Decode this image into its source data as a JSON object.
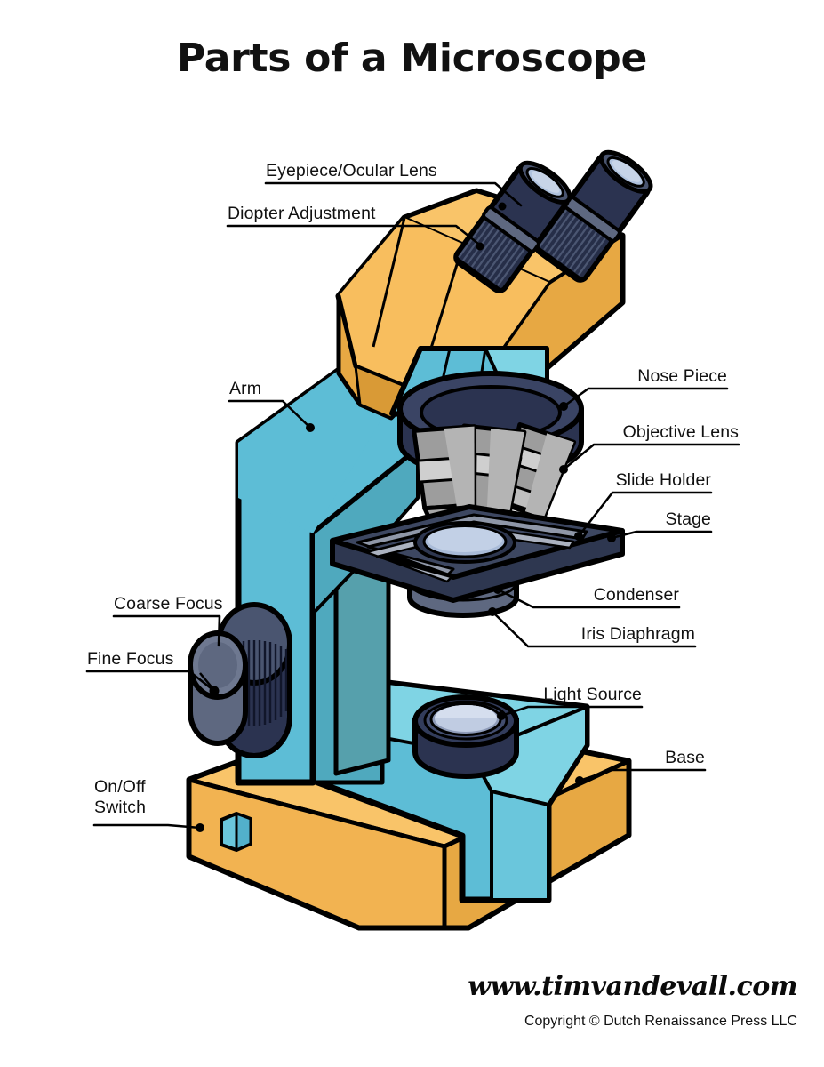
{
  "page": {
    "title": "Parts of a Microscope",
    "background": "#ffffff"
  },
  "footer": {
    "url": "www.timvandevall.com",
    "copyright": "Copyright © Dutch Renaissance Press LLC"
  },
  "labels": {
    "eyepiece": "Eyepiece/Ocular Lens",
    "diopter": "Diopter Adjustment",
    "arm": "Arm",
    "coarse_focus": "Coarse Focus",
    "fine_focus": "Fine Focus",
    "onoff_line1": "On/Off",
    "onoff_line2": "Switch",
    "nose_piece": "Nose Piece",
    "objective_lens": "Objective Lens",
    "slide_holder": "Slide Holder",
    "stage": "Stage",
    "condenser": "Condenser",
    "iris_diaphragm": "Iris Diaphragm",
    "light_source": "Light Source",
    "base": "Base"
  },
  "colors": {
    "outline": "#000000",
    "orange_light": "#F9C469",
    "orange_mid": "#F8BE5E",
    "orange_dark": "#E7A843",
    "orange_deep": "#D99A36",
    "cyan_light": "#7FD4E4",
    "cyan_mid": "#5DBDD6",
    "cyan_dark": "#4FA9BE",
    "teal_dark": "#56A0AC",
    "teal_deep": "#4A8F9C",
    "navy": "#2B3350",
    "navy_dark": "#20273D",
    "navy_light": "#3A4464",
    "slate": "#5E6880",
    "slate_light": "#7A8499",
    "slate_pale": "#9AA3B5",
    "gray_obj": "#9D9D9D",
    "gray_obj_light": "#BDBDBD",
    "gray_obj_dark": "#858585",
    "lens_blue": "#AFC2DE",
    "lens_blue_light": "#C7D4E8",
    "stage_slate": "#3D4761",
    "stage_slate_dark": "#2E3750"
  },
  "diagram": {
    "type": "labeled-illustration",
    "subject": "compound binocular light microscope",
    "part_count": 13
  }
}
